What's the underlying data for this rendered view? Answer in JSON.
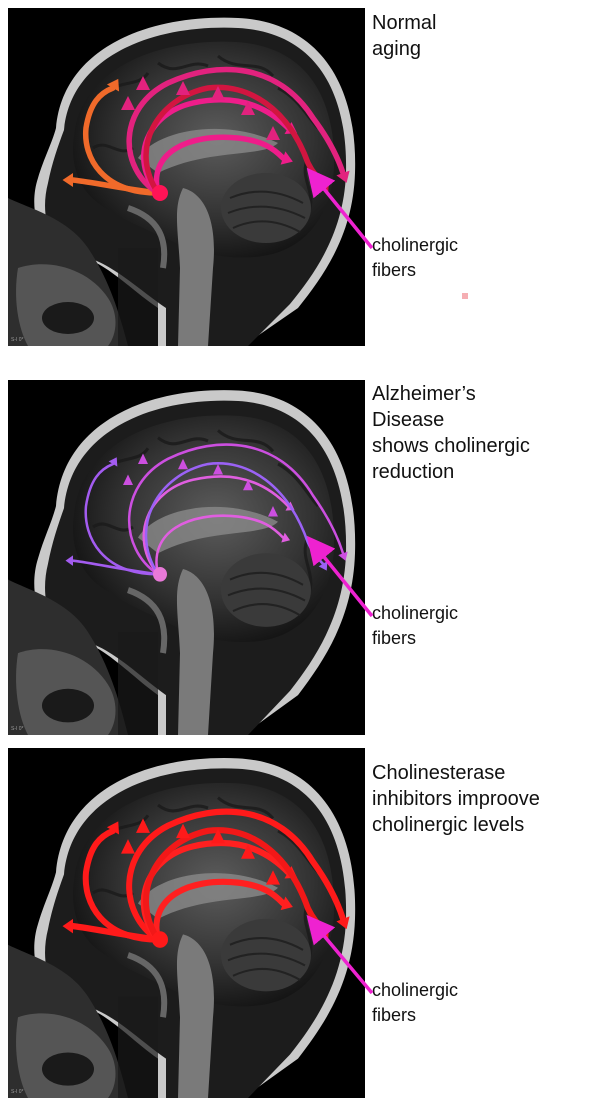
{
  "panels": [
    {
      "caption": "Normal\naging",
      "fiber_label": "cholinergic\nfibers",
      "corner_text": "S-I 0*",
      "fiber_colors": [
        "#f06a2a",
        "#e2227e",
        "#ee1d8a",
        "#d21540"
      ],
      "dot_color": "#ff1456"
    },
    {
      "caption": "Alzheimer’s\nDisease\nshows cholinergic\nreduction",
      "fiber_label": "cholinergic\nfibers",
      "corner_text": "S-I 0*",
      "fiber_colors": [
        "#a35cf0",
        "#cc4fe0",
        "#e05ee0",
        "#9b62f5"
      ],
      "dot_color": "#e879d8"
    },
    {
      "caption": "Cholinesterase\ninhibitors improove\ncholinergic levels",
      "fiber_label": "cholinergic\nfibers",
      "corner_text": "S-I 0*",
      "fiber_colors": [
        "#ff1a1a",
        "#ff1a1a",
        "#ff2020",
        "#f21818"
      ],
      "dot_color": "#ff1a1a"
    }
  ],
  "pointer_arrow_color": "#ee22d0"
}
